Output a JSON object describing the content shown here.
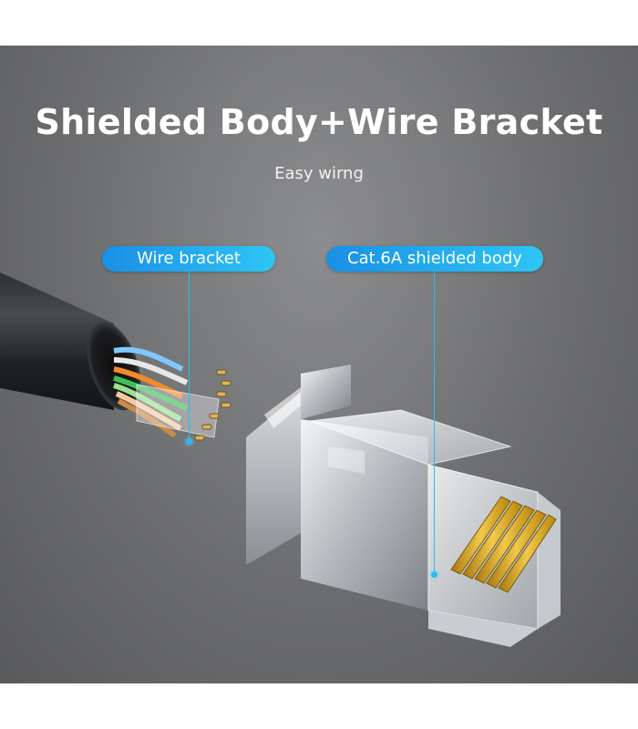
{
  "headline": "Shielded Body+Wire Bracket",
  "subline": "Easy wirng",
  "callouts": {
    "wire_bracket": "Wire bracket",
    "shielded_body": "Cat.6A shielded body"
  },
  "colors": {
    "background": "#6c6d6f",
    "accent": "#22aaee",
    "gold_contacts": "#d9a520"
  }
}
